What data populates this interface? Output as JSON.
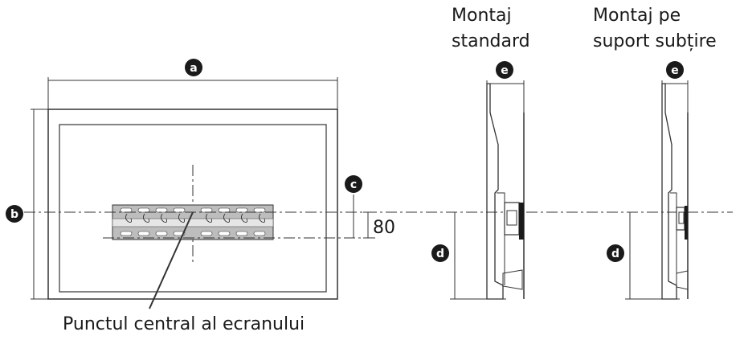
{
  "labels": {
    "standard_line1": "Montaj",
    "standard_line2": "standard",
    "thin_line1": "Montaj pe",
    "thin_line2": "suport subțire",
    "center_caption": "Punctul central al ecranului",
    "dim_80": "80"
  },
  "badges": {
    "a": "a",
    "b": "b",
    "c": "c",
    "d": "d",
    "e": "e"
  },
  "colors": {
    "line": "#333333",
    "badge": "#1a1a1a",
    "text": "#1a1a1a"
  }
}
